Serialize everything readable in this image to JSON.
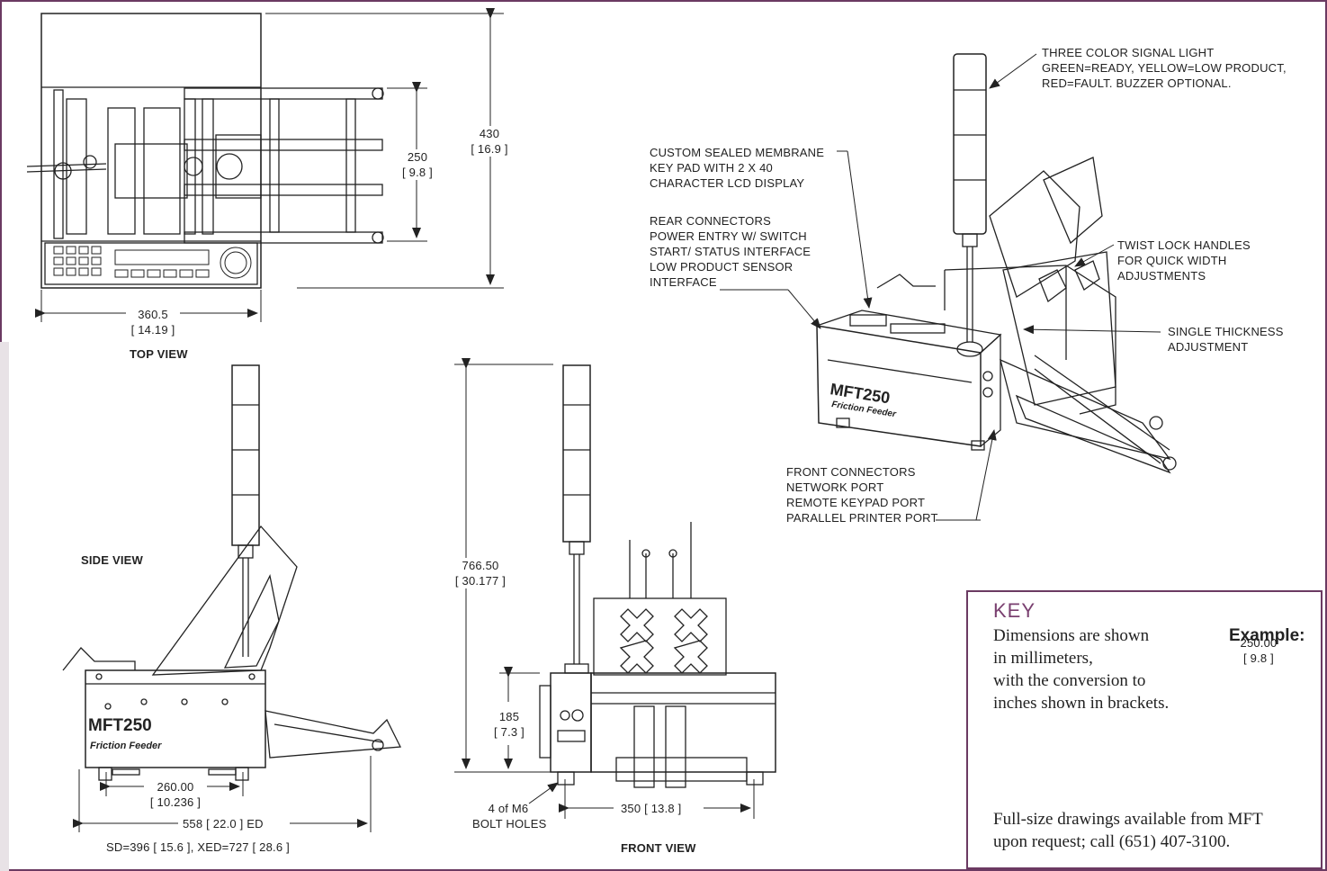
{
  "views": {
    "top": "TOP VIEW",
    "side": "SIDE VIEW",
    "front": "FRONT VIEW"
  },
  "top_dims": {
    "height_mm": "430",
    "height_in": "[ 16.9 ]",
    "inner_mm": "250",
    "inner_in": "[ 9.8 ]",
    "width_mm": "360.5",
    "width_in": "[ 14.19 ]"
  },
  "side_dims": {
    "base_mm": "260.00",
    "base_in": "[ 10.236 ]",
    "total": "558  [ 22.0 ]  ED",
    "variants": "SD=396  [ 15.6 ],   XED=727  [ 28.6 ]"
  },
  "front_dims": {
    "height_mm": "766.50",
    "height_in": "[ 30.177 ]",
    "lower_mm": "185",
    "lower_in": "[ 7.3 ]",
    "width": "350  [ 13.8 ]",
    "bolt_line1": "4 of M6",
    "bolt_line2": "BOLT HOLES"
  },
  "callouts": {
    "signal": [
      "THREE COLOR SIGNAL LIGHT",
      "GREEN=READY, YELLOW=LOW PRODUCT,",
      "RED=FAULT.  BUZZER OPTIONAL."
    ],
    "keypad": [
      "CUSTOM SEALED MEMBRANE",
      "KEY PAD WITH 2 X 40",
      "CHARACTER LCD DISPLAY"
    ],
    "rear": [
      "REAR CONNECTORS",
      "POWER ENTRY W/ SWITCH",
      "START/ STATUS INTERFACE",
      "LOW PRODUCT SENSOR",
      "INTERFACE"
    ],
    "twist": [
      "TWIST LOCK HANDLES",
      "FOR QUICK WIDTH",
      "ADJUSTMENTS"
    ],
    "thickness": [
      "SINGLE THICKNESS",
      "ADJUSTMENT"
    ],
    "front": [
      "FRONT CONNECTORS",
      "NETWORK PORT",
      "REMOTE KEYPAD PORT",
      "PARALLEL PRINTER PORT"
    ]
  },
  "key": {
    "title": "KEY",
    "line1": "Dimensions are shown",
    "line2": "in millimeters,",
    "line3": "with the conversion to",
    "line4": "inches shown in brackets.",
    "example_label": "Example:",
    "example_mm": "250.00",
    "example_in": "[ 9.8 ]",
    "footer1": "Full-size drawings available from MFT",
    "footer2": "upon request; call (651) 407-3100."
  },
  "branding": {
    "model": "MFT250",
    "subtitle": "Friction Feeder"
  }
}
